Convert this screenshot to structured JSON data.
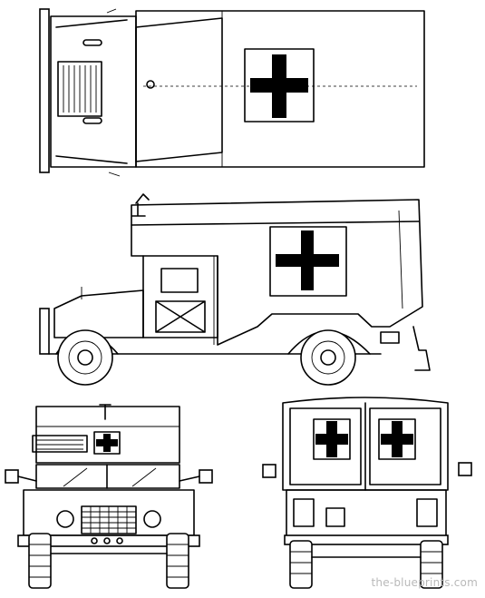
{
  "watermark": "the-blueprints.com",
  "vehicle": {
    "emblem": "red-cross-emblem",
    "color": "#000000",
    "views": [
      "top-view",
      "side-view",
      "front-view",
      "rear-view"
    ]
  }
}
